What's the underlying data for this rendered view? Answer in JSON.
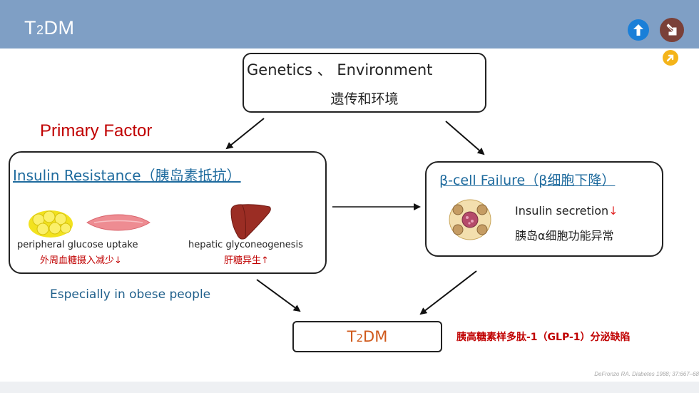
{
  "slide": {
    "title_main": "T",
    "title_sub": "2",
    "title_end": "DM"
  },
  "genetics": {
    "en": "Genetics 、 Environment",
    "cn": "遗传和环境"
  },
  "primary_factor": "Primary Factor",
  "insulin_resistance": {
    "title": "Insulin Resistance（胰岛素抵抗）",
    "peripheral_en": "peripheral glucose uptake",
    "peripheral_cn": "外周血糖摄入减少↓",
    "hepatic_en": "hepatic glyconeogenesis",
    "hepatic_cn": "肝糖异生↑"
  },
  "beta_cell": {
    "title": "β-cell Failure（β细胞下降）",
    "line1": "Insulin secretion",
    "line1_arrow": "↓",
    "line2": "胰岛α细胞功能异常"
  },
  "outcome": {
    "main": "T",
    "sub": "2",
    "end": "DM"
  },
  "obese_note": "Especially in obese people",
  "glp_note": "胰高糖素样多肽-1（GLP-1）分泌缺陷",
  "citation": "DeFronzo RA. Diabetes 1988; 37:667–68",
  "colors": {
    "header": "#7f9fc5",
    "accent_red": "#c00000",
    "link_blue": "#1f6b9e",
    "outcome_orange": "#d05a1c"
  },
  "icons": [
    "arrow-up-nav-icon",
    "arrow-down-nav-icon",
    "arrow-diagonal-nav-icon",
    "fat-tissue-icon",
    "muscle-icon",
    "liver-icon",
    "pancreatic-islet-icon"
  ]
}
